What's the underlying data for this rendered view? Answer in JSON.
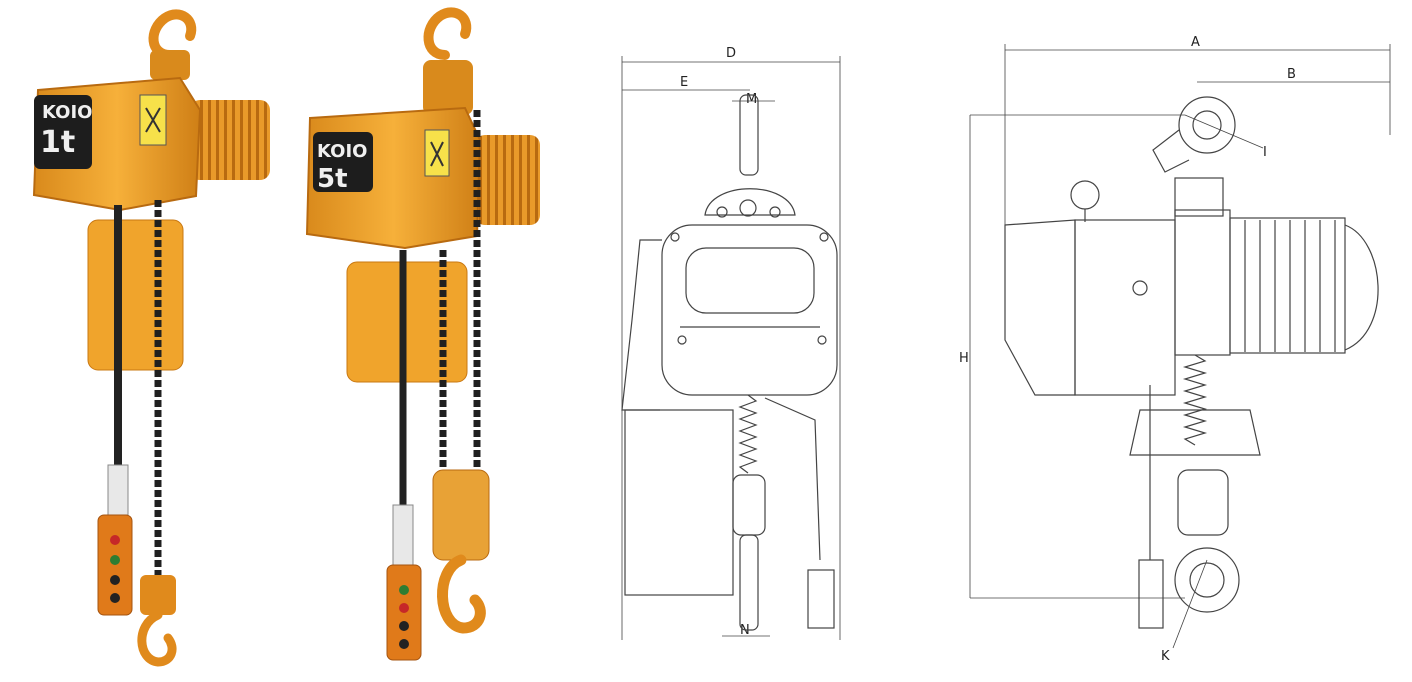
{
  "photos": [
    {
      "brand": "KOIO",
      "capacity": "1t"
    },
    {
      "brand": "KOIO",
      "capacity": "5t"
    }
  ],
  "front_view": {
    "dims": {
      "d": "D",
      "e": "E",
      "m": "M",
      "n": "N"
    }
  },
  "side_view": {
    "dims": {
      "a": "A",
      "b": "B",
      "h": "H",
      "i": "I",
      "k": "K"
    }
  },
  "colors": {
    "body": "#f0a42c",
    "body_dark": "#c97812",
    "chain": "#202020",
    "pendant": "#e07a1a",
    "line": "#444444"
  }
}
